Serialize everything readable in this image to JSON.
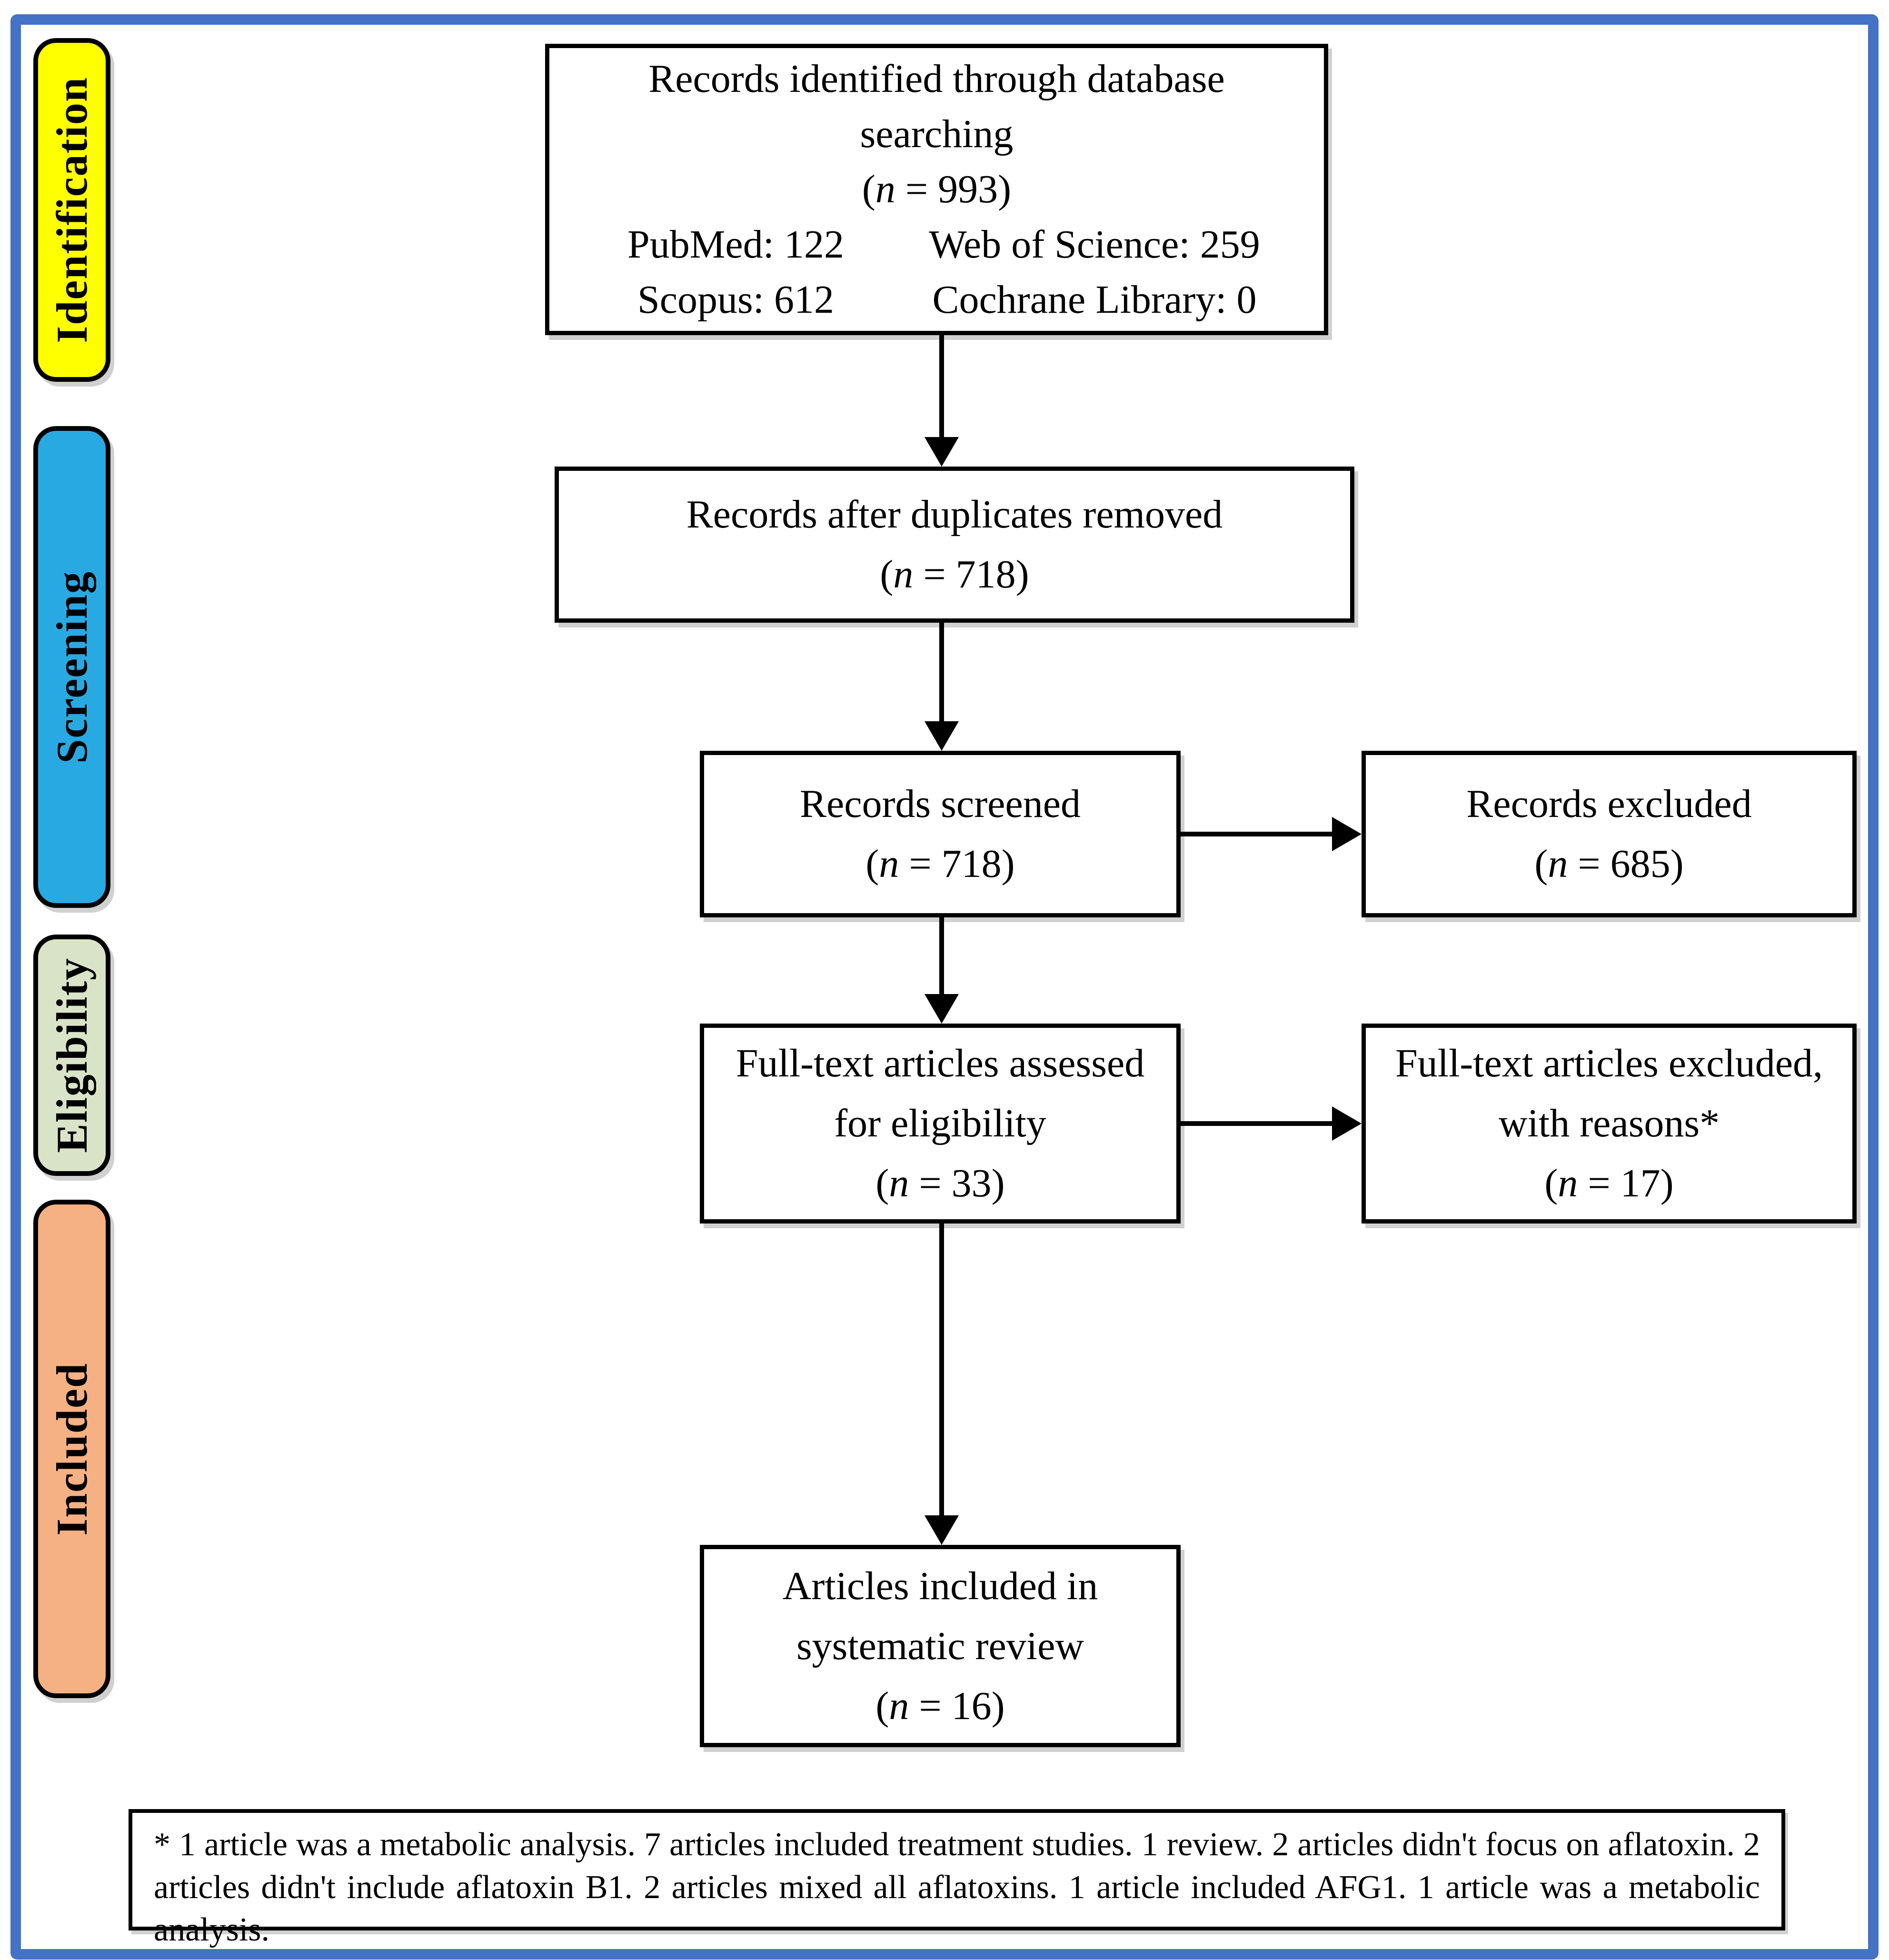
{
  "frame": {
    "border_color": "#4472C4"
  },
  "stages": [
    {
      "label": "Identification",
      "color": "#FFFF00"
    },
    {
      "label": "Screening",
      "color": "#29A9E1"
    },
    {
      "label": "Eligibility",
      "color": "#D9E3C8"
    },
    {
      "label": "Included",
      "color": "#F5B183"
    }
  ],
  "boxes": {
    "identified": {
      "lines": [
        "Records identified through database",
        "searching"
      ],
      "count_open": "(",
      "count_var": "n",
      "count_rest": " = 993)",
      "sources": [
        "PubMed: 122",
        "Web of Science: 259",
        "Scopus: 612",
        "Cochrane Library: 0"
      ]
    },
    "deduplicated": {
      "lines": [
        "Records after duplicates removed"
      ],
      "count_open": "(",
      "count_var": "n",
      "count_rest": " = 718)"
    },
    "screened": {
      "lines": [
        "Records screened"
      ],
      "count_open": "(",
      "count_var": "n",
      "count_rest": " = 718)"
    },
    "excluded": {
      "lines": [
        "Records excluded"
      ],
      "count_open": "(",
      "count_var": "n",
      "count_rest": " = 685)"
    },
    "fulltext_assessed": {
      "lines": [
        "Full-text articles assessed",
        "for eligibility"
      ],
      "count_open": "(",
      "count_var": "n",
      "count_rest": " = 33)"
    },
    "fulltext_excluded": {
      "lines": [
        "Full-text articles excluded,",
        "with reasons*"
      ],
      "count_open": "(",
      "count_var": "n",
      "count_rest": " = 17)"
    },
    "included_review": {
      "lines": [
        "Articles included in",
        "systematic review"
      ],
      "count_open": "(",
      "count_var": "n",
      "count_rest": " = 16)"
    }
  },
  "footnote": {
    "text": "* 1 article was a metabolic analysis.  7 articles included treatment studies. 1 review. 2 articles didn't focus on aflatoxin. 2 articles didn't include aflatoxin B1. 2 articles mixed all aflatoxins. 1 article included AFG1. 1 article was a metabolic analysis."
  }
}
